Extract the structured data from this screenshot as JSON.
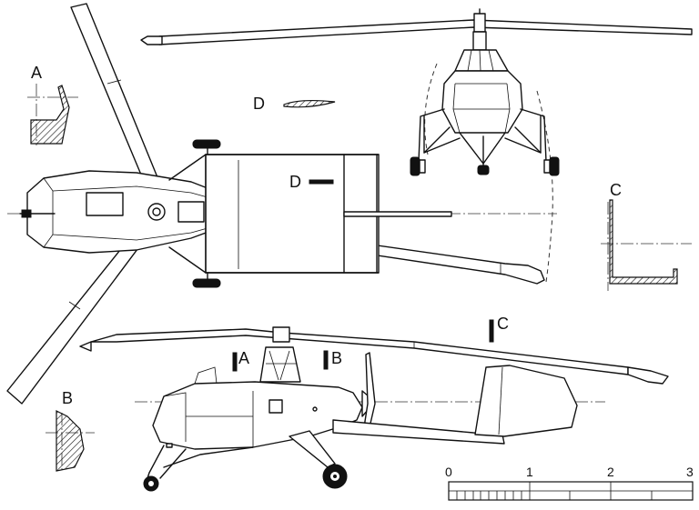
{
  "sections": {
    "a": "A",
    "b": "B",
    "c": "C",
    "d": "D"
  },
  "callouts": {
    "a": "A",
    "b": "B",
    "c": "C",
    "d": "D"
  },
  "scale_bar": {
    "ticks": [
      "0",
      "1",
      "2",
      "3"
    ]
  }
}
